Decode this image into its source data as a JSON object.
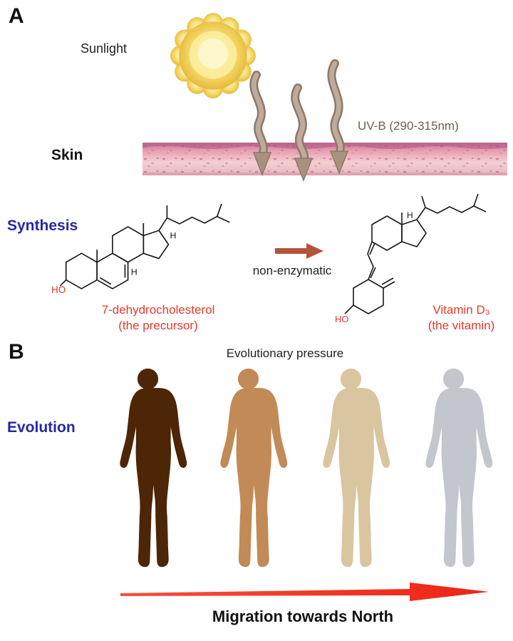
{
  "panel_a": {
    "label": "A",
    "sunlight": "Sunlight",
    "uvb": "UV-B (290-315nm)",
    "skin": "Skin",
    "synthesis": "Synthesis",
    "reaction": "non-enzymatic",
    "precursor": {
      "name": "7-dehydrocholesterol",
      "subtitle": "(the precursor)",
      "ho": "HO",
      "h": "H"
    },
    "vitamin": {
      "name": "Vitamin D₃",
      "subtitle": "(the vitamin)",
      "ho": "HO",
      "h": "H"
    }
  },
  "panel_b": {
    "label": "B",
    "pressure": "Evolutionary pressure",
    "evolution": "Evolution",
    "migration": "Migration towards North",
    "figures": [
      {
        "name": "darkest-skin",
        "color": "#4d2507"
      },
      {
        "name": "dark-tan-skin",
        "color": "#c18a57"
      },
      {
        "name": "light-tan-skin",
        "color": "#d9c5a0"
      },
      {
        "name": "palest-skin",
        "color": "#c3c6cc"
      }
    ]
  },
  "colors": {
    "heading_blue": "#2628a6",
    "label_red": "#e8392b",
    "uvb_text": "#6f604e",
    "migration_arrow": "#f03422",
    "reaction_arrow": "#b2543a",
    "sun_yellow": "#f3d96a",
    "skin_pink": "#e99eb2",
    "uv_ray": "#b7a394"
  }
}
